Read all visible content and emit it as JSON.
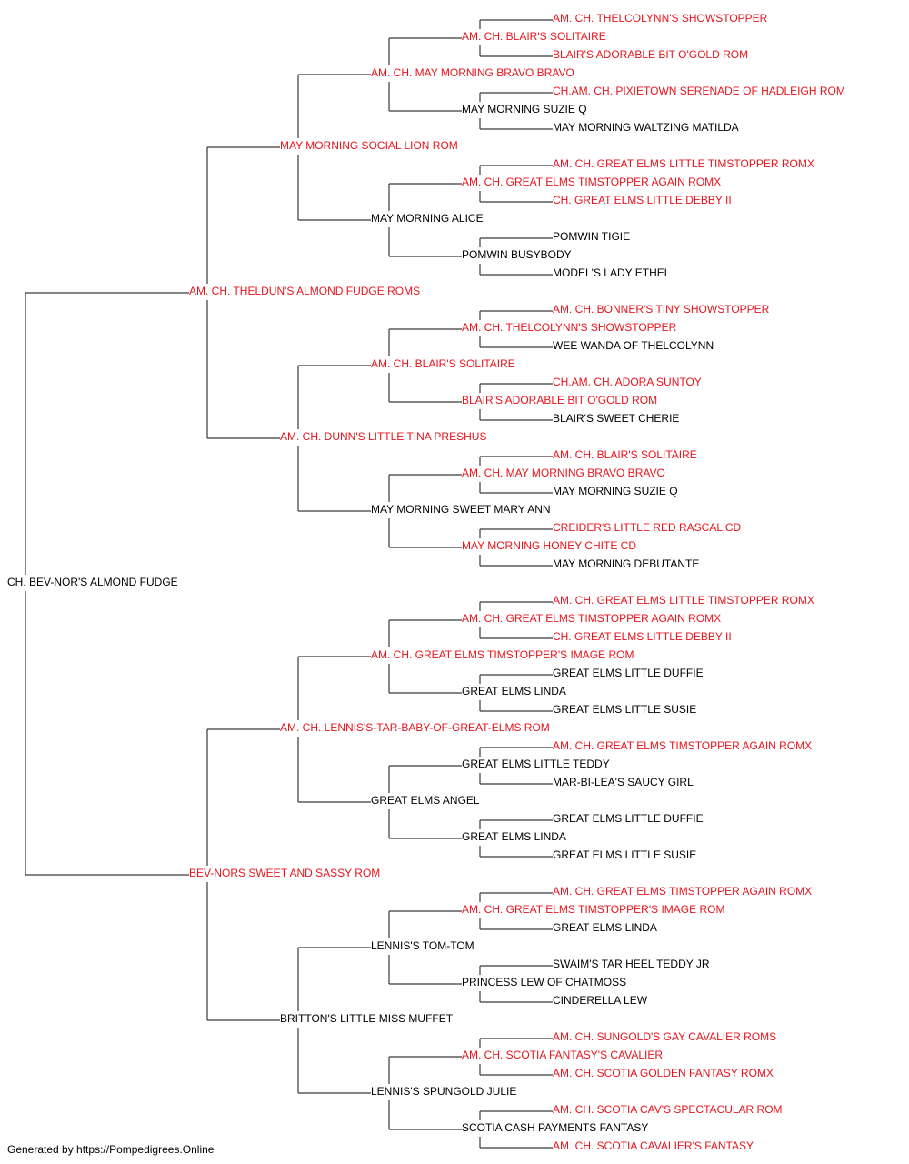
{
  "colors": {
    "champion": "#e8141c",
    "regular": "#000000",
    "connector": "#3a3a3a"
  },
  "footer": "Generated by https://Pompedigrees.Online",
  "pedigree": {
    "name": "CH. BEV-NOR'S ALMOND FUDGE",
    "champion": false,
    "sire": {
      "name": "AM. CH. THELDUN'S ALMOND FUDGE ROMS",
      "champion": true,
      "sire": {
        "name": "MAY MORNING SOCIAL LION ROM",
        "champion": true,
        "sire": {
          "name": "AM. CH. MAY MORNING BRAVO BRAVO",
          "champion": true,
          "sire": {
            "name": "AM. CH. BLAIR'S SOLITAIRE",
            "champion": true,
            "sire": {
              "name": "AM. CH. THELCOLYNN'S SHOWSTOPPER",
              "champion": true
            },
            "dam": {
              "name": "BLAIR'S ADORABLE BIT O'GOLD ROM",
              "champion": true
            }
          },
          "dam": {
            "name": "MAY MORNING SUZIE Q",
            "champion": false,
            "sire": {
              "name": "CH.AM. CH. PIXIETOWN SERENADE OF HADLEIGH ROM",
              "champion": true
            },
            "dam": {
              "name": "MAY MORNING WALTZING MATILDA",
              "champion": false
            }
          }
        },
        "dam": {
          "name": "MAY MORNING ALICE",
          "champion": false,
          "sire": {
            "name": "AM. CH. GREAT ELMS TIMSTOPPER AGAIN ROMX",
            "champion": true,
            "sire": {
              "name": "AM. CH. GREAT ELMS LITTLE TIMSTOPPER ROMX",
              "champion": true
            },
            "dam": {
              "name": "CH. GREAT ELMS LITTLE DEBBY II",
              "champion": true
            }
          },
          "dam": {
            "name": "POMWIN BUSYBODY",
            "champion": false,
            "sire": {
              "name": "POMWIN TIGIE",
              "champion": false
            },
            "dam": {
              "name": "MODEL'S LADY ETHEL",
              "champion": false
            }
          }
        }
      },
      "dam": {
        "name": "AM. CH. DUNN'S LITTLE TINA PRESHUS",
        "champion": true,
        "sire": {
          "name": "AM. CH. BLAIR'S SOLITAIRE",
          "champion": true,
          "sire": {
            "name": "AM. CH. THELCOLYNN'S SHOWSTOPPER",
            "champion": true,
            "sire": {
              "name": "AM. CH. BONNER'S TINY SHOWSTOPPER",
              "champion": true
            },
            "dam": {
              "name": "WEE WANDA OF THELCOLYNN",
              "champion": false
            }
          },
          "dam": {
            "name": "BLAIR'S ADORABLE BIT O'GOLD ROM",
            "champion": true,
            "sire": {
              "name": "CH.AM. CH. ADORA SUNTOY",
              "champion": true
            },
            "dam": {
              "name": "BLAIR'S SWEET CHERIE",
              "champion": false
            }
          }
        },
        "dam": {
          "name": "MAY MORNING SWEET MARY ANN",
          "champion": false,
          "sire": {
            "name": "AM. CH. MAY MORNING BRAVO BRAVO",
            "champion": true,
            "sire": {
              "name": "AM. CH. BLAIR'S SOLITAIRE",
              "champion": true
            },
            "dam": {
              "name": "MAY MORNING SUZIE Q",
              "champion": false
            }
          },
          "dam": {
            "name": "MAY MORNING HONEY CHITE CD",
            "champion": true,
            "sire": {
              "name": "CREIDER'S LITTLE RED RASCAL CD",
              "champion": true
            },
            "dam": {
              "name": "MAY MORNING DEBUTANTE",
              "champion": false
            }
          }
        }
      }
    },
    "dam": {
      "name": "BEV-NORS SWEET AND SASSY ROM",
      "champion": true,
      "sire": {
        "name": "AM. CH. LENNIS'S-TAR-BABY-OF-GREAT-ELMS ROM",
        "champion": true,
        "sire": {
          "name": "AM. CH. GREAT ELMS TIMSTOPPER'S IMAGE ROM",
          "champion": true,
          "sire": {
            "name": "AM. CH. GREAT ELMS TIMSTOPPER AGAIN ROMX",
            "champion": true,
            "sire": {
              "name": "AM. CH. GREAT ELMS LITTLE TIMSTOPPER ROMX",
              "champion": true
            },
            "dam": {
              "name": "CH. GREAT ELMS LITTLE DEBBY II",
              "champion": true
            }
          },
          "dam": {
            "name": "GREAT ELMS LINDA",
            "champion": false,
            "sire": {
              "name": "GREAT ELMS LITTLE DUFFIE",
              "champion": false
            },
            "dam": {
              "name": "GREAT ELMS LITTLE SUSIE",
              "champion": false
            }
          }
        },
        "dam": {
          "name": "GREAT ELMS ANGEL",
          "champion": false,
          "sire": {
            "name": "GREAT ELMS LITTLE TEDDY",
            "champion": false,
            "sire": {
              "name": "AM. CH. GREAT ELMS TIMSTOPPER AGAIN ROMX",
              "champion": true
            },
            "dam": {
              "name": "MAR-BI-LEA'S SAUCY GIRL",
              "champion": false
            }
          },
          "dam": {
            "name": "GREAT ELMS LINDA",
            "champion": false,
            "sire": {
              "name": "GREAT ELMS LITTLE DUFFIE",
              "champion": false
            },
            "dam": {
              "name": "GREAT ELMS LITTLE SUSIE",
              "champion": false
            }
          }
        }
      },
      "dam": {
        "name": "BRITTON'S LITTLE MISS MUFFET",
        "champion": false,
        "sire": {
          "name": "LENNIS'S TOM-TOM",
          "champion": false,
          "sire": {
            "name": "AM. CH. GREAT ELMS TIMSTOPPER'S IMAGE ROM",
            "champion": true,
            "sire": {
              "name": "AM. CH. GREAT ELMS TIMSTOPPER AGAIN ROMX",
              "champion": true
            },
            "dam": {
              "name": "GREAT ELMS LINDA",
              "champion": false
            }
          },
          "dam": {
            "name": "PRINCESS LEW OF CHATMOSS",
            "champion": false,
            "sire": {
              "name": "SWAIM'S TAR HEEL TEDDY JR",
              "champion": false
            },
            "dam": {
              "name": "CINDERELLA LEW",
              "champion": false
            }
          }
        },
        "dam": {
          "name": "LENNIS'S SPUNGOLD JULIE",
          "champion": false,
          "sire": {
            "name": "AM. CH. SCOTIA FANTASY'S CAVALIER",
            "champion": true,
            "sire": {
              "name": "AM. CH. SUNGOLD'S GAY CAVALIER ROMS",
              "champion": true
            },
            "dam": {
              "name": "AM. CH. SCOTIA GOLDEN FANTASY ROMX",
              "champion": true
            }
          },
          "dam": {
            "name": "SCOTIA CASH PAYMENTS FANTASY",
            "champion": false,
            "sire": {
              "name": "AM. CH. SCOTIA CAV'S SPECTACULAR ROM",
              "champion": true
            },
            "dam": {
              "name": "AM. CH. SCOTIA CAVALIER'S FANTASY",
              "champion": true
            }
          }
        }
      }
    }
  }
}
